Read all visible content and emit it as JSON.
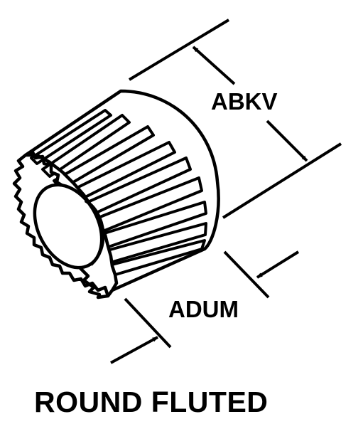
{
  "diagram": {
    "dimension_labels": {
      "length": "ABKV",
      "diameter": "ADUM"
    },
    "caption": "ROUND FLUTED",
    "colors": {
      "ink": "#000000",
      "paper": "#ffffff"
    },
    "icons": [
      "arrowhead-icon"
    ]
  }
}
